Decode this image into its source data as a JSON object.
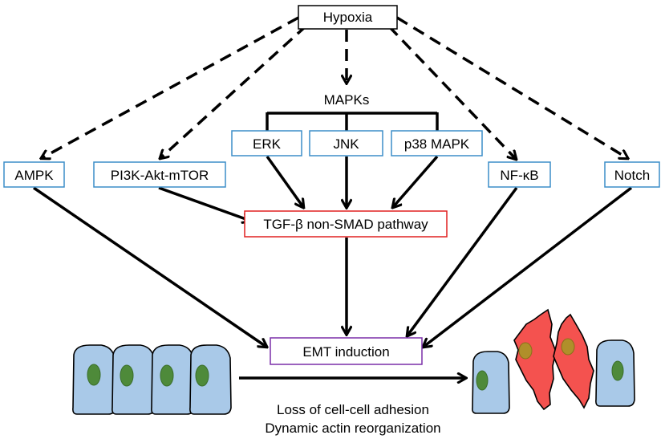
{
  "nodes": {
    "hypoxia": "Hypoxia",
    "mapks": "MAPKs",
    "erk": "ERK",
    "jnk": "JNK",
    "p38": "p38 MAPK",
    "ampk": "AMPK",
    "pi3k": "PI3K-Akt-mTOR",
    "nfkb": "NF-κB",
    "notch": "Notch",
    "tgf": "TGF-β non-SMAD pathway",
    "emt": "EMT induction"
  },
  "caption": {
    "line1": "Loss of cell-cell adhesion",
    "line2": "Dynamic actin reorganization"
  },
  "colors": {
    "node_border_default": "#000000",
    "node_border_signaling": "#3c8dc8",
    "node_border_tgf": "#e02020",
    "node_border_emt": "#7a2fa8",
    "epithelial_cell": "#a9c9e8",
    "mesenchymal_cell": "#f4524f",
    "nucleus": "#4e8a3a"
  }
}
